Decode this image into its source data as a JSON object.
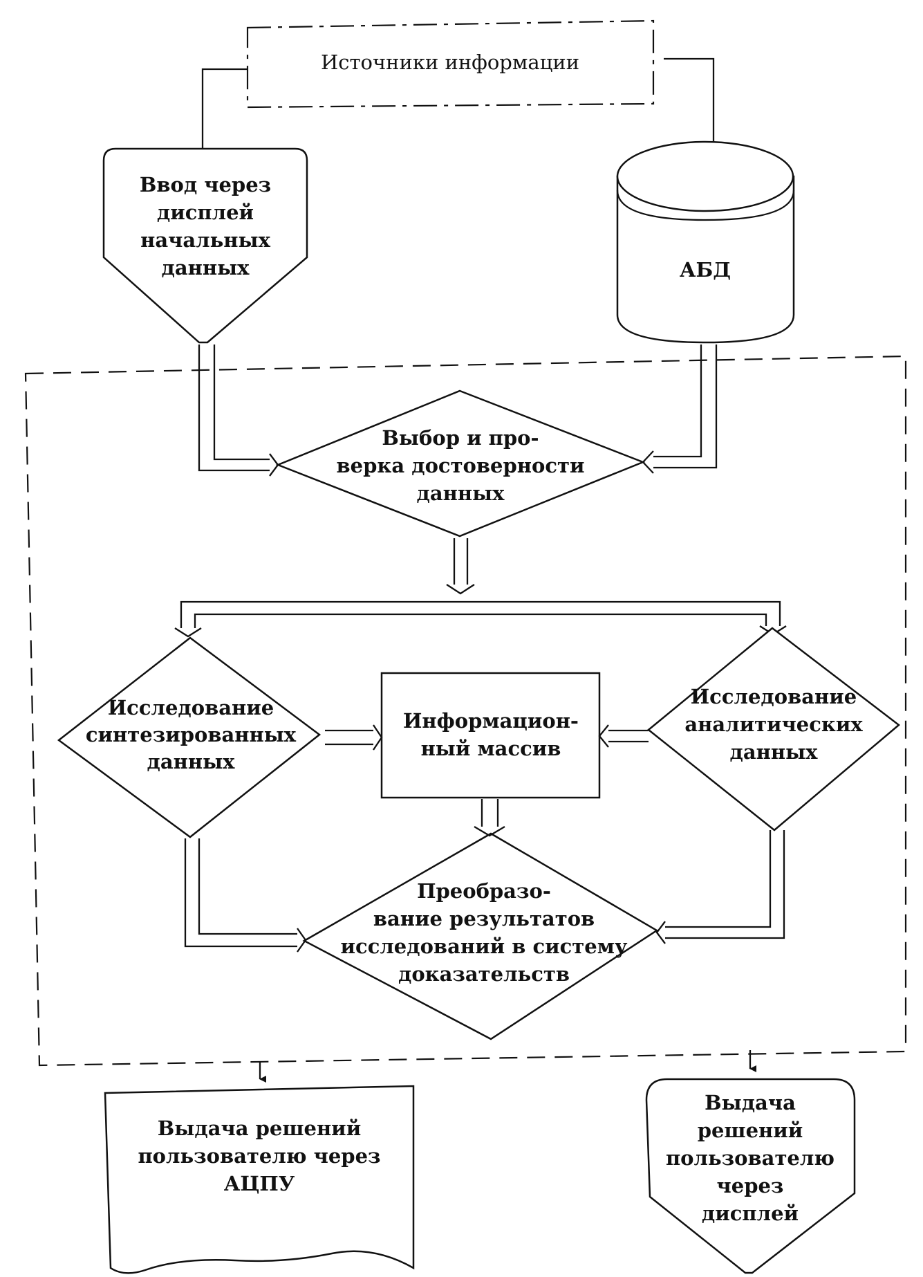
{
  "diagram": {
    "sources": {
      "label": "Источники информации"
    },
    "input_display": {
      "lines": [
        "Ввод через",
        "дисплей",
        "начальных",
        "данных"
      ]
    },
    "abd": {
      "label": "АБД"
    },
    "select_verify": {
      "lines": [
        "Выбор и про-",
        "верка достоверности",
        "данных"
      ]
    },
    "research_synth": {
      "lines": [
        "Исследование",
        "синтезированных",
        "данных"
      ]
    },
    "info_array": {
      "lines": [
        "Информацион-",
        "ный массив"
      ]
    },
    "research_analytic": {
      "lines": [
        "Исследование",
        "аналитических",
        "данных"
      ]
    },
    "transform": {
      "lines": [
        "Преобразо-",
        "вание результатов",
        "исследований в систему",
        "доказательств"
      ]
    },
    "output_printer": {
      "lines": [
        "Выдача решений",
        "пользователю через",
        "АЦПУ"
      ]
    },
    "output_display": {
      "lines": [
        "Выдача",
        "решений",
        "пользователю",
        "через",
        "дисплей"
      ]
    }
  }
}
